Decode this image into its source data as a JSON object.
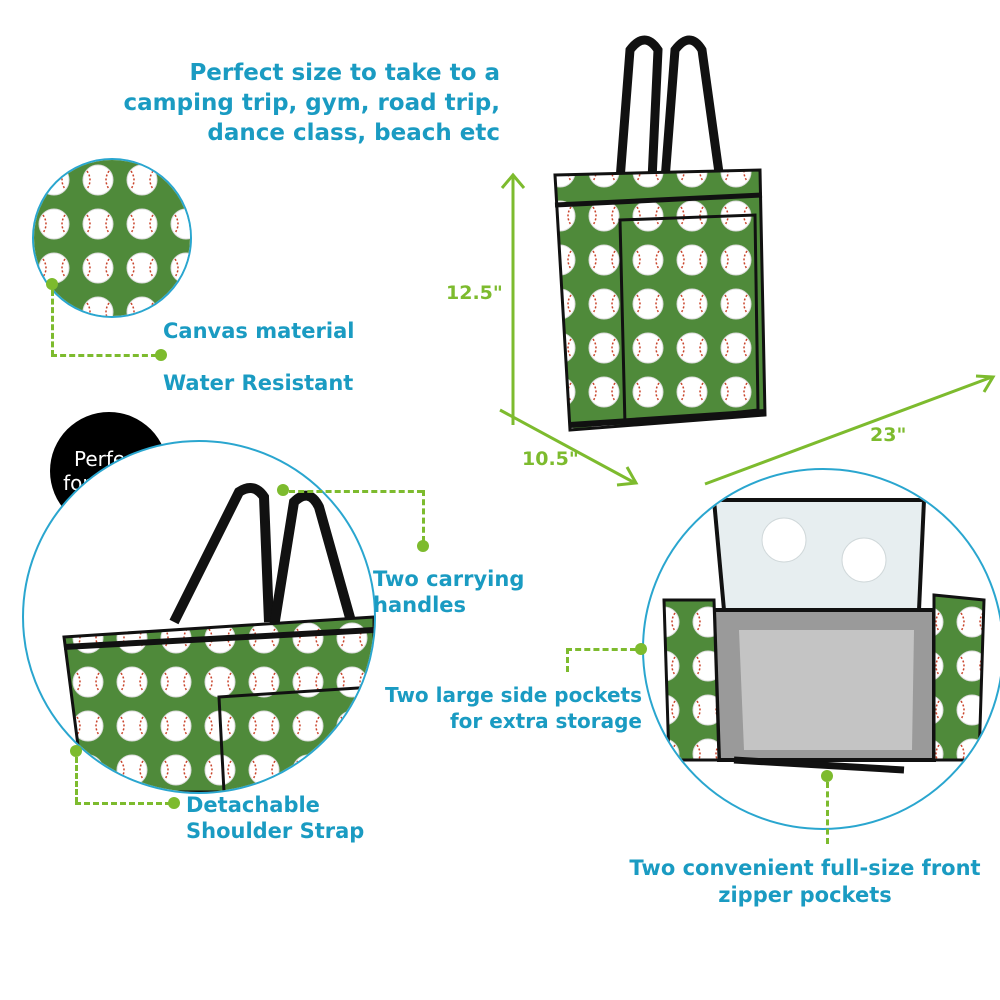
{
  "headline": [
    "Perfect size to take to a",
    "camping trip, gym, road trip,",
    "dance class, beach etc"
  ],
  "dimensions": {
    "height": "12.5\"",
    "depth": "10.5\"",
    "width": "23\""
  },
  "features": {
    "canvas": "Canvas material",
    "water": "Water Resistant",
    "handles": [
      "Two carrying",
      "handles"
    ],
    "strap": [
      "Detachable",
      "Shoulder Strap"
    ],
    "side_pockets": [
      "Two large side pockets",
      "for extra storage"
    ],
    "front_pockets": [
      "Two convenient full-size front",
      "zipper pockets"
    ]
  },
  "badge": [
    "Perfect",
    "for travel"
  ],
  "colors": {
    "accent_text": "#1a9bc2",
    "arrow_green": "#7dbb2e",
    "circle_border": "#2aa6cf",
    "bag_green": "#4f8a3a"
  }
}
